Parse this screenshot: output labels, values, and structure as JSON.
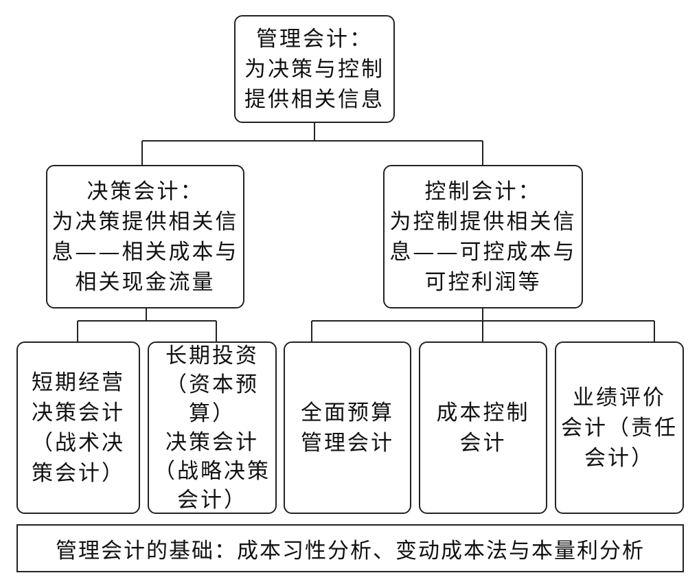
{
  "root": {
    "lines": [
      "管理会计：",
      "为决策与控制",
      "提供相关信息"
    ]
  },
  "decision": {
    "lines": [
      "决策会计：",
      "为决策提供相关信",
      "息——相关成本与",
      "相关现金流量"
    ]
  },
  "control": {
    "lines": [
      "控制会计：",
      "为控制提供相关信",
      "息——可控成本与",
      "可控利润等"
    ]
  },
  "leaves": [
    {
      "lines": [
        "短期经营",
        "决策会计",
        "（战术决",
        "策会计）"
      ]
    },
    {
      "lines": [
        "长期投资",
        "（资本预算）",
        "决策会计",
        "（战略决策",
        "会计）"
      ]
    },
    {
      "lines": [
        "全面预算",
        "管理会计"
      ]
    },
    {
      "lines": [
        "成本控制",
        "会计"
      ]
    },
    {
      "lines": [
        "业绩评价",
        "会计（责任",
        "会计）"
      ]
    }
  ],
  "foundation": {
    "text": "管理会计的基础：成本习性分析、变动成本法与本量利分析"
  }
}
